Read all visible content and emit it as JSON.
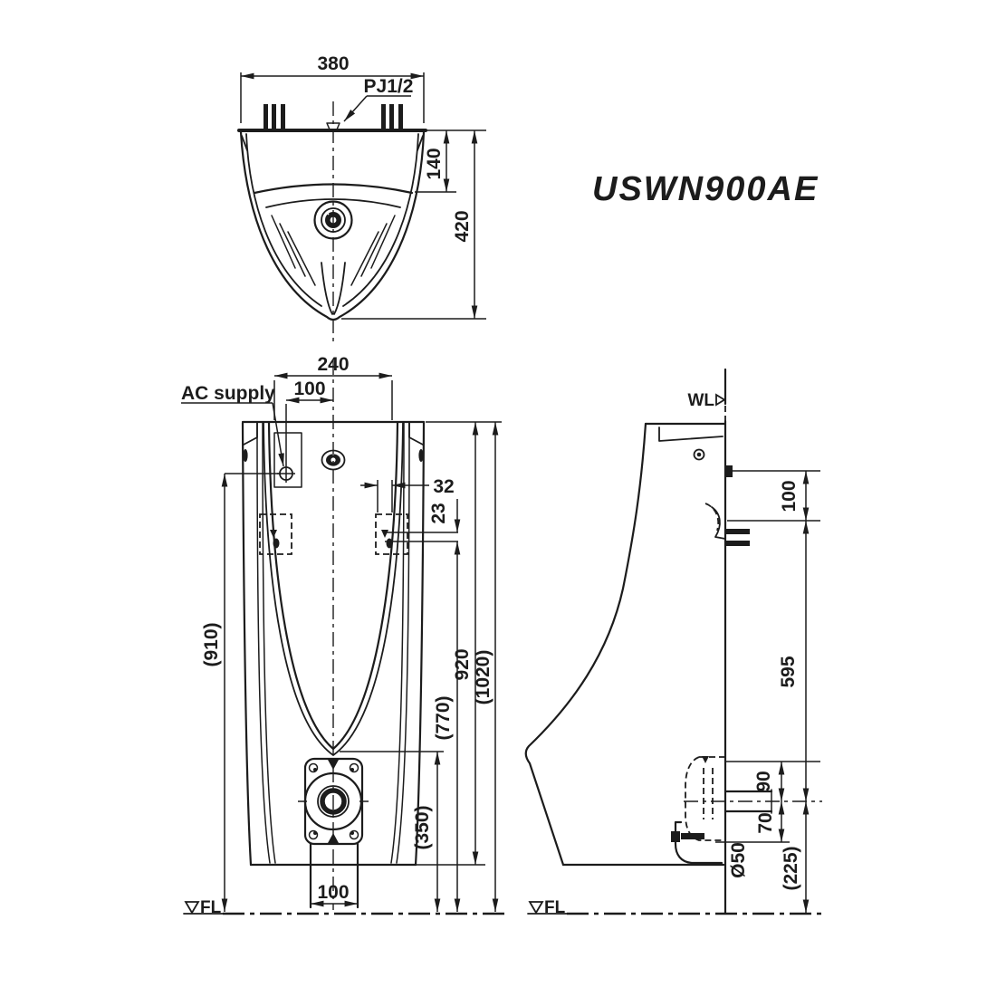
{
  "model": {
    "name": "USWN900AE"
  },
  "colors": {
    "line": "#1c1c1c",
    "model_text": "#2e3b4e",
    "background": "#ffffff"
  },
  "views": {
    "top": {
      "width_dim": "380",
      "supply_connection_label": "PJ1/2",
      "rim_depth_dim": "140",
      "projection_dim": "420"
    },
    "front": {
      "bolt_span_dim": "240",
      "supply_offset_dim": "100",
      "ac_supply_label": "AC supply",
      "bolt_inset_dim": "32",
      "bolt_gap_dim": "23",
      "supply_height_dim": "(910)",
      "body_height_dim": "920",
      "overall_height_dim": "(1020)",
      "bolt_height_dim": "(770)",
      "outlet_height_dim": "(350)",
      "outlet_width_dim": "100",
      "floor_label": "FL"
    },
    "side": {
      "wall_line_label": "WL",
      "top_clearance_dim": "100",
      "spud_height_dim": "595",
      "trap_upper_dim": "90",
      "trap_lower_dim": "70",
      "pipe_diameter_dim": "Ø50",
      "outlet_center_height_dim": "(225)",
      "floor_label": "FL"
    }
  }
}
